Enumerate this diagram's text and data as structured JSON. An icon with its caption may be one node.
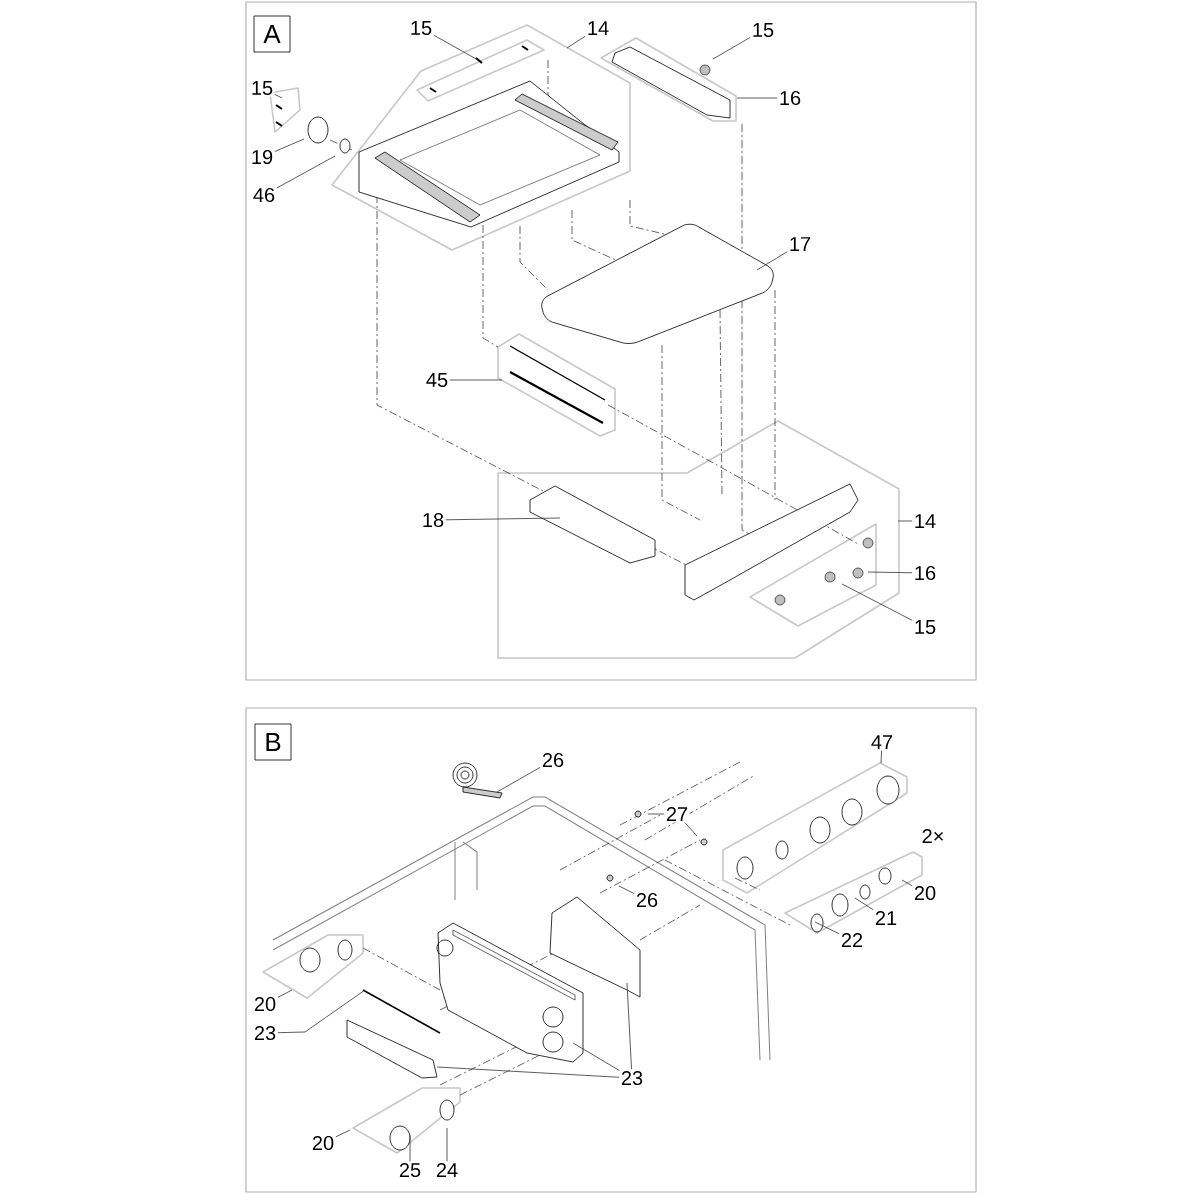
{
  "diagram": {
    "nodes": [
      {
        "text": [
          "A"
        ]
      },
      {
        "text": [
          "B"
        ]
      },
      {
        "text": [
          "15"
        ]
      },
      {
        "text": [
          "14"
        ]
      },
      {
        "text": [
          "15"
        ]
      },
      {
        "text": [
          "16"
        ]
      },
      {
        "text": [
          "15"
        ]
      },
      {
        "text": [
          "19"
        ]
      },
      {
        "text": [
          "46"
        ]
      },
      {
        "text": [
          "17"
        ]
      },
      {
        "text": [
          "45"
        ]
      },
      {
        "text": [
          "18"
        ]
      },
      {
        "text": [
          "14"
        ]
      },
      {
        "text": [
          "16"
        ]
      },
      {
        "text": [
          "15"
        ]
      },
      {
        "text": [
          "26"
        ]
      },
      {
        "text": [
          "27"
        ]
      },
      {
        "text": [
          "47"
        ]
      },
      {
        "text": [
          "20"
        ]
      },
      {
        "text": [
          "21"
        ]
      },
      {
        "text": [
          "22"
        ]
      },
      {
        "text": [
          "26"
        ]
      },
      {
        "text": [
          "20"
        ]
      },
      {
        "text": [
          "23"
        ]
      },
      {
        "text": [
          "23"
        ]
      },
      {
        "text": [
          "20"
        ]
      },
      {
        "text": [
          "25"
        ]
      },
      {
        "text": [
          "24"
        ]
      }
    ],
    "edges": [
      {
        "from": 2,
        "to": null,
        "arrow": "none"
      },
      {
        "from": 3,
        "to": null,
        "arrow": "none"
      },
      {
        "from": 4,
        "to": null,
        "arrow": "none"
      },
      {
        "from": 5,
        "to": null,
        "arrow": "none"
      },
      {
        "from": 6,
        "to": null,
        "arrow": "none"
      },
      {
        "from": 7,
        "to": null,
        "arrow": "none"
      },
      {
        "from": 8,
        "to": null,
        "arrow": "none"
      },
      {
        "from": 9,
        "to": null,
        "arrow": "none"
      },
      {
        "from": 10,
        "to": null,
        "arrow": "none"
      },
      {
        "from": 11,
        "to": null,
        "arrow": "none"
      },
      {
        "from": 12,
        "to": null,
        "arrow": "none"
      },
      {
        "from": 13,
        "to": null,
        "arrow": "none"
      },
      {
        "from": 14,
        "to": null,
        "arrow": "none"
      },
      {
        "from": 15,
        "to": null,
        "arrow": "none"
      },
      {
        "from": 16,
        "to": null,
        "arrow": "none"
      },
      {
        "from": 16,
        "to": null,
        "arrow": "none"
      },
      {
        "from": 17,
        "to": null,
        "arrow": "none"
      },
      {
        "from": 18,
        "to": null,
        "arrow": "none"
      },
      {
        "from": 19,
        "to": null,
        "arrow": "none"
      },
      {
        "from": 20,
        "to": null,
        "arrow": "none"
      },
      {
        "from": 21,
        "to": null,
        "arrow": "none"
      },
      {
        "from": 22,
        "to": null,
        "arrow": "none"
      },
      {
        "from": 23,
        "to": null,
        "arrow": "none"
      },
      {
        "from": 24,
        "to": null,
        "arrow": "none"
      },
      {
        "from": 24,
        "to": null,
        "arrow": "none"
      },
      {
        "from": 24,
        "to": null,
        "arrow": "none"
      },
      {
        "from": 25,
        "to": null,
        "arrow": "none"
      },
      {
        "from": 26,
        "to": null,
        "arrow": "none"
      },
      {
        "from": 27,
        "to": null,
        "arrow": "none"
      }
    ],
    "labels": [
      "2×"
    ]
  }
}
